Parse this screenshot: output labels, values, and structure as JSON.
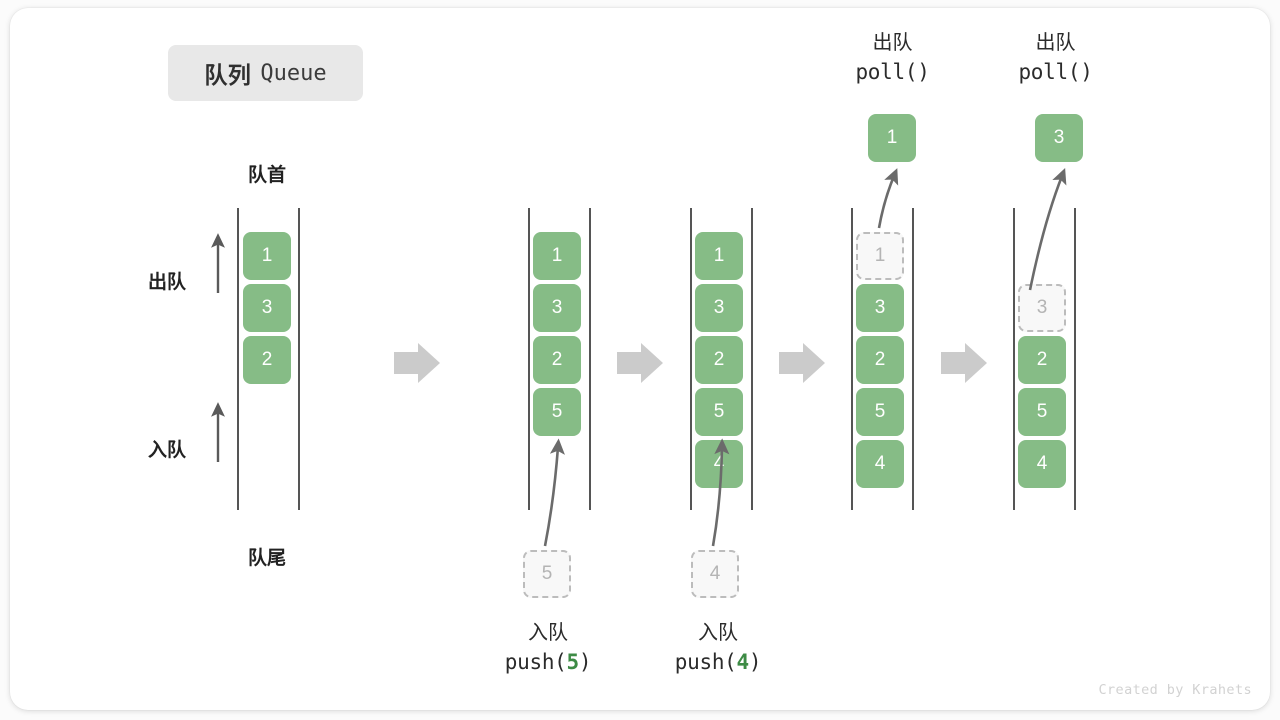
{
  "meta": {
    "watermark": "Created by Krahets"
  },
  "title": {
    "cn": "队列",
    "en": "Queue"
  },
  "axis_labels": {
    "front": "队首",
    "rear": "队尾",
    "dequeue": "出队",
    "enqueue": "入队"
  },
  "icons": {
    "step_arrow": "right-arrow-icon",
    "up_arrow": "up-arrow-icon",
    "motion_arrow": "curved-motion-arrow-icon"
  },
  "colors": {
    "cell_green": "#86bc86",
    "cell_text": "#ffffff",
    "ghost_fill": "#f8f8f8",
    "ghost_border": "#bcbcbc",
    "ghost_text": "#b4b4b4",
    "rail": "#555555",
    "arrow_gray": "#cccccc",
    "motion_arrow": "#6b6b6b",
    "chip_bg": "#e8e8e8",
    "accent_green_text": "#3d8b45"
  },
  "steps": [
    {
      "id": "initial",
      "caption_cn": "",
      "caption_code": "",
      "cells": [
        {
          "value": "1",
          "state": "filled"
        },
        {
          "value": "3",
          "state": "filled"
        },
        {
          "value": "2",
          "state": "filled"
        }
      ]
    },
    {
      "id": "push-5",
      "caption_cn": "入队",
      "caption_code_prefix": "push(",
      "caption_code_arg": "5",
      "caption_code_suffix": ")",
      "incoming_value": "5",
      "cells": [
        {
          "value": "1",
          "state": "filled"
        },
        {
          "value": "3",
          "state": "filled"
        },
        {
          "value": "2",
          "state": "filled"
        },
        {
          "value": "5",
          "state": "filled"
        }
      ]
    },
    {
      "id": "push-4",
      "caption_cn": "入队",
      "caption_code_prefix": "push(",
      "caption_code_arg": "4",
      "caption_code_suffix": ")",
      "incoming_value": "4",
      "cells": [
        {
          "value": "1",
          "state": "filled"
        },
        {
          "value": "3",
          "state": "filled"
        },
        {
          "value": "2",
          "state": "filled"
        },
        {
          "value": "5",
          "state": "filled"
        },
        {
          "value": "4",
          "state": "filled"
        }
      ]
    },
    {
      "id": "poll-1",
      "caption_cn": "出队",
      "caption_code_prefix": "poll(",
      "caption_code_arg": "",
      "caption_code_suffix": ")",
      "outgoing_value": "1",
      "cells": [
        {
          "value": "1",
          "state": "ghost"
        },
        {
          "value": "3",
          "state": "filled"
        },
        {
          "value": "2",
          "state": "filled"
        },
        {
          "value": "5",
          "state": "filled"
        },
        {
          "value": "4",
          "state": "filled"
        }
      ]
    },
    {
      "id": "poll-3",
      "caption_cn": "出队",
      "caption_code_prefix": "poll(",
      "caption_code_arg": "",
      "caption_code_suffix": ")",
      "outgoing_value": "3",
      "cells": [
        {
          "value": "",
          "state": "empty"
        },
        {
          "value": "3",
          "state": "ghost"
        },
        {
          "value": "2",
          "state": "filled"
        },
        {
          "value": "5",
          "state": "filled"
        },
        {
          "value": "4",
          "state": "filled"
        }
      ]
    }
  ]
}
